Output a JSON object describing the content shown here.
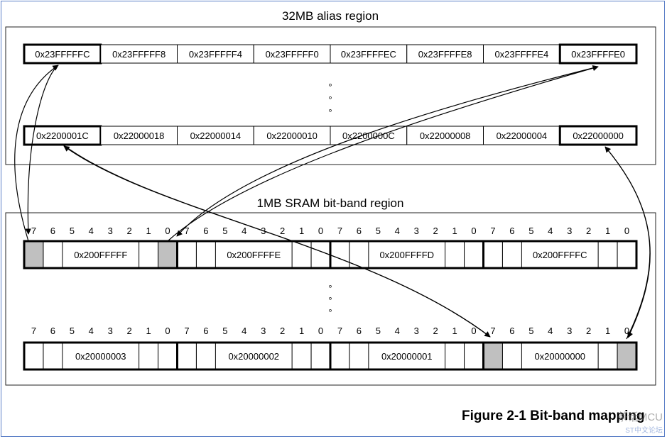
{
  "alias_region": {
    "title": "32MB alias region",
    "top_row": [
      "0x23FFFFFC",
      "0x23FFFFF8",
      "0x23FFFFF4",
      "0x23FFFFF0",
      "0x23FFFFEC",
      "0x23FFFFE8",
      "0x23FFFFE4",
      "0x23FFFFE0"
    ],
    "bottom_row": [
      "0x2200001C",
      "0x22000018",
      "0x22000014",
      "0x22000010",
      "0x2200000C",
      "0x22000008",
      "0x22000004",
      "0x22000000"
    ],
    "highlighted_cells": [
      0,
      7
    ]
  },
  "bitband_region": {
    "title": "1MB SRAM bit-band region",
    "bit_numbers": [
      "7",
      "6",
      "5",
      "4",
      "3",
      "2",
      "1",
      "0"
    ],
    "top_bytes": [
      "0x200FFFFF",
      "0x200FFFFE",
      "0x200FFFFD",
      "0x200FFFFC"
    ],
    "bottom_bytes": [
      "0x20000003",
      "0x20000002",
      "0x20000001",
      "0x20000000"
    ],
    "top_shaded_bits": [
      {
        "byte": 0,
        "bit": 7
      },
      {
        "byte": 0,
        "bit": 0
      }
    ],
    "bottom_shaded_bits": [
      {
        "byte": 3,
        "bit": 7
      },
      {
        "byte": 3,
        "bit": 0
      }
    ]
  },
  "ellipsis_mark": "°",
  "figure_caption": "Figure 2-1 Bit-band mapping",
  "watermark": {
    "logo": "茶话MCU",
    "sub": "ST中文论坛"
  },
  "colors": {
    "frame": "#5b7fc7",
    "shaded_bit": "#c0c0c0",
    "box_border": "#000000"
  }
}
